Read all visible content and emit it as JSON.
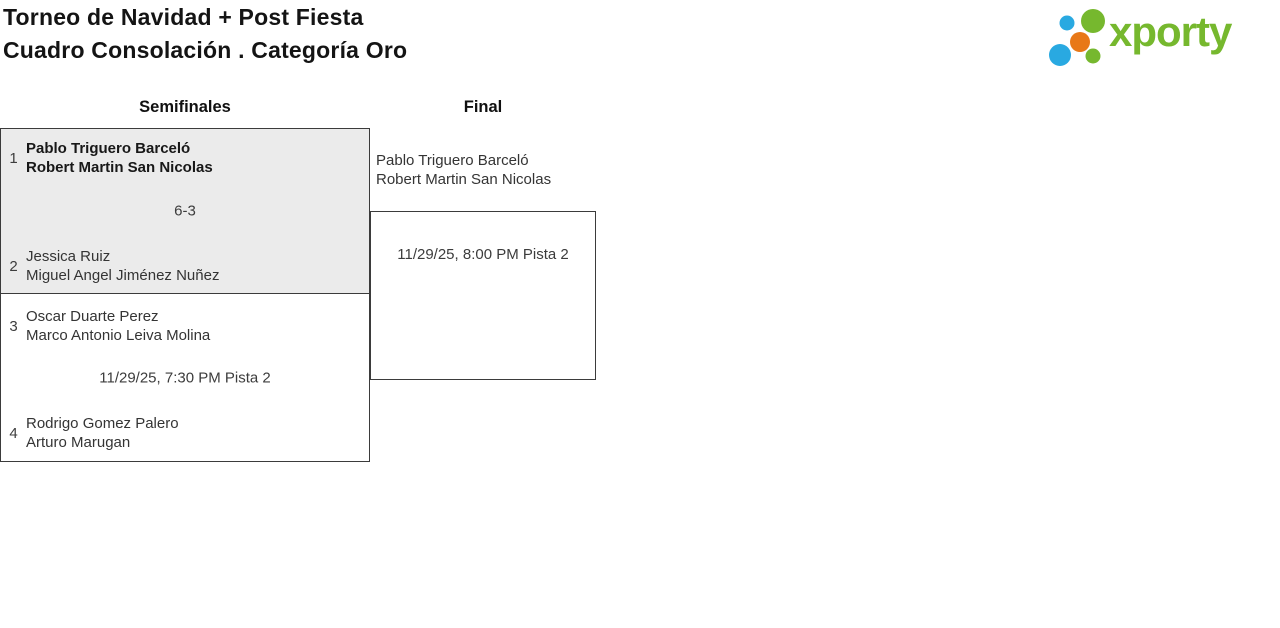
{
  "header": {
    "title_line1": "Torneo de Navidad + Post Fiesta",
    "title_line2": "Cuadro Consolación . Categoría Oro",
    "logo_text": "xporty",
    "logo_icon": "xporty-dots-logo"
  },
  "colors": {
    "logo_green": "#76b82e",
    "logo_blue": "#29a9e1",
    "logo_orange": "#e87817",
    "decided_match_bg": "#ebebeb",
    "box_border": "#3b3b3b"
  },
  "bracket": {
    "rounds": [
      {
        "label": "Semifinales"
      },
      {
        "label": "Final"
      }
    ],
    "semifinal1": {
      "team1": {
        "seed": "1",
        "player1": "Pablo Triguero Barceló",
        "player2": "Robert Martin San Nicolas"
      },
      "score": "6-3",
      "team2": {
        "seed": "2",
        "player1": "Jessica Ruiz",
        "player2": "Miguel Angel Jiménez Nuñez"
      }
    },
    "semifinal2": {
      "team1": {
        "seed": "3",
        "player1": "Oscar Duarte Perez",
        "player2": "Marco Antonio Leiva Molina"
      },
      "schedule": "11/29/25, 7:30 PM Pista 2",
      "team2": {
        "seed": "4",
        "player1": "Rodrigo Gomez Palero",
        "player2": "Arturo Marugan"
      }
    },
    "final": {
      "finalist1_player1": "Pablo Triguero Barceló",
      "finalist1_player2": "Robert Martin San Nicolas",
      "schedule": "11/29/25, 8:00 PM Pista 2"
    }
  }
}
